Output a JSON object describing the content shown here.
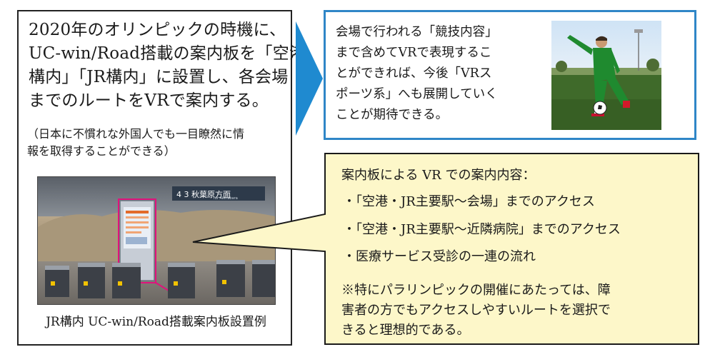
{
  "left_panel": {
    "main_text": "2020年のオリンピックの時機に、\nUC-win/Road搭載の案内板を「空港\n構内」「JR構内」に設置し、各会場\nまでのルートをVRで案内する。",
    "note": "（日本に不慣れな外国人でも一目瞭然に情\n報を取得することができる）",
    "image_caption": "JR構内 UC-win/Road搭載案内板設置例",
    "station_sign": "4 3 秋葉原方面",
    "station_sign_sub": "for Akihabara"
  },
  "top_right_panel": {
    "text": "会場で行われる「競技内容」\nまで含めてVRで表現するこ\nとができれば、今後「VRス\nポーツ系」へも展開していく\nことが期待できる。"
  },
  "callout": {
    "title": "案内板による VR での案内内容：",
    "bullets": [
      "・「空港・JR主要駅〜会場」までのアクセス",
      "・「空港・JR主要駅〜近隣病院」までのアクセス",
      "・医療サービス受診の一連の流れ"
    ],
    "note": "※特にパラリンピックの開催にあたっては、障\n害者の方でもアクセスしやすいルートを選択で\nきると理想的である。"
  },
  "colors": {
    "arrow_blue": "#1f8ad0",
    "top_border_blue": "#2f86c7",
    "callout_fill": "#fdf7c9",
    "highlight_magenta": "#e0127c"
  }
}
